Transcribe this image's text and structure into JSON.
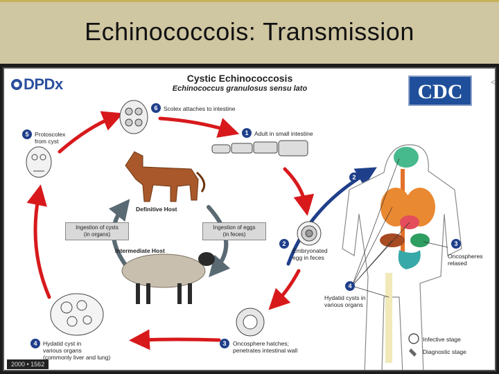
{
  "slide": {
    "title": "Echinococcois: Transmission"
  },
  "logos": {
    "dpdx": "DPDx",
    "cdc": "CDC",
    "side_mark": "<"
  },
  "diagram": {
    "title": "Cystic Echinococcosis",
    "subtitle": "Echinococcus granulosus sensu lato",
    "steps": [
      {
        "num": "1",
        "label": "Adult in small intestine"
      },
      {
        "num": "2",
        "label_1": "Embryonated",
        "label_2": "egg in feces"
      },
      {
        "num": "3",
        "label_1": "Oncosphere hatches;",
        "label_2": "penetrates intestinal wall"
      },
      {
        "num": "4",
        "label_1": "Hydatid cyst in",
        "label_2": "various organs",
        "label_3": "(commonly liver and lung)"
      },
      {
        "num": "5",
        "label_1": "Protoscolex",
        "label_2": "from cyst"
      },
      {
        "num": "6",
        "label": "Scolex attaches to intestine"
      }
    ],
    "human": {
      "num_2": "2",
      "num_3": "3",
      "oncospheres_1": "Oncospheres",
      "oncospheres_2": "relased",
      "num_4": "4",
      "cysts_1": "Hydatid cysts in",
      "cysts_2": "various organs"
    },
    "hosts": {
      "definitive": "Definitive Host",
      "intermediate": "Intermediate Host"
    },
    "boxes": {
      "cysts_1": "Ingestion of cysts",
      "cysts_2": "(in organs)",
      "eggs_1": "Ingestion of eggs",
      "eggs_2": "(in feces)"
    },
    "legend": {
      "infective": "Infective stage",
      "diagnostic": "Diagnostic stage"
    },
    "stamp": "2000 • 1562"
  },
  "colors": {
    "cycle_arrow": "#d8191c",
    "human_arrow": "#1f3f8a",
    "host_arrow": "#5a6a73",
    "cdc_blue": "#1f4f9b",
    "title_bar": "#cfc6a2"
  }
}
